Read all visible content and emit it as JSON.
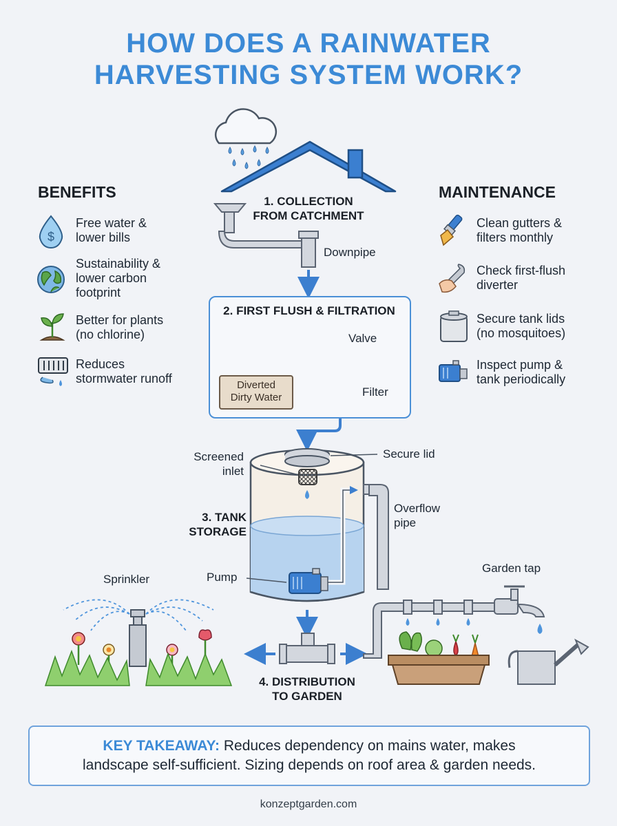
{
  "title": {
    "line1": "HOW DOES A RAINWATER",
    "line2": "HARVESTING SYSTEM WORK?"
  },
  "benefits": {
    "heading": "BENEFITS",
    "items": [
      {
        "icon": "water-drop-dollar-icon",
        "line1": "Free water &",
        "line2": "lower bills"
      },
      {
        "icon": "globe-leaf-icon",
        "line1": "Sustainability &",
        "line2": "lower carbon",
        "line3": "footprint"
      },
      {
        "icon": "seedling-icon",
        "line1": "Better for plants",
        "line2": "(no chlorine)"
      },
      {
        "icon": "storm-drain-icon",
        "line1": "Reduces",
        "line2": "stormwater runoff"
      }
    ]
  },
  "maintenance": {
    "heading": "MAINTENANCE",
    "items": [
      {
        "icon": "paintbrush-icon",
        "line1": "Clean gutters &",
        "line2": "filters monthly"
      },
      {
        "icon": "wrench-hand-icon",
        "line1": "Check first-flush",
        "line2": "diverter"
      },
      {
        "icon": "tank-lid-icon",
        "line1": "Secure tank lids",
        "line2": "(no mosquitoes)"
      },
      {
        "icon": "pump-icon",
        "line1": "Inspect pump &",
        "line2": "tank periodically"
      }
    ]
  },
  "steps": {
    "collection": {
      "line1": "1. COLLECTION",
      "line2": "FROM CATCHMENT"
    },
    "filtration": {
      "line1": "2. FIRST FLUSH & FILTRATION"
    },
    "storage": {
      "line1": "3. TANK",
      "line2": "STORAGE"
    },
    "distribution": {
      "line1": "4. DISTRIBUTION",
      "line2": "TO GARDEN"
    }
  },
  "labels": {
    "downpipe": "Downpipe",
    "valve": "Valve",
    "diverted_line1": "Diverted",
    "diverted_line2": "Dirty Water",
    "filter": "Filter",
    "screened_line1": "Screened",
    "screened_line2": "inlet",
    "secure_lid": "Secure lid",
    "overflow_line1": "Overflow",
    "overflow_line2": "pipe",
    "pump": "Pump",
    "sprinkler": "Sprinkler",
    "garden_tap": "Garden tap"
  },
  "takeaway": {
    "label": "KEY TAKEAWAY:",
    "line1": "Reduces dependency on mains water, makes",
    "line2": "landscape self-sufficient. Sizing depends on roof area & garden needs."
  },
  "footer": "konzeptgarden.com",
  "colors": {
    "accent": "#3c8ad6",
    "water": "#5a9fe0",
    "pipe": "#c9ced6",
    "roof": "#3b7fd0"
  }
}
